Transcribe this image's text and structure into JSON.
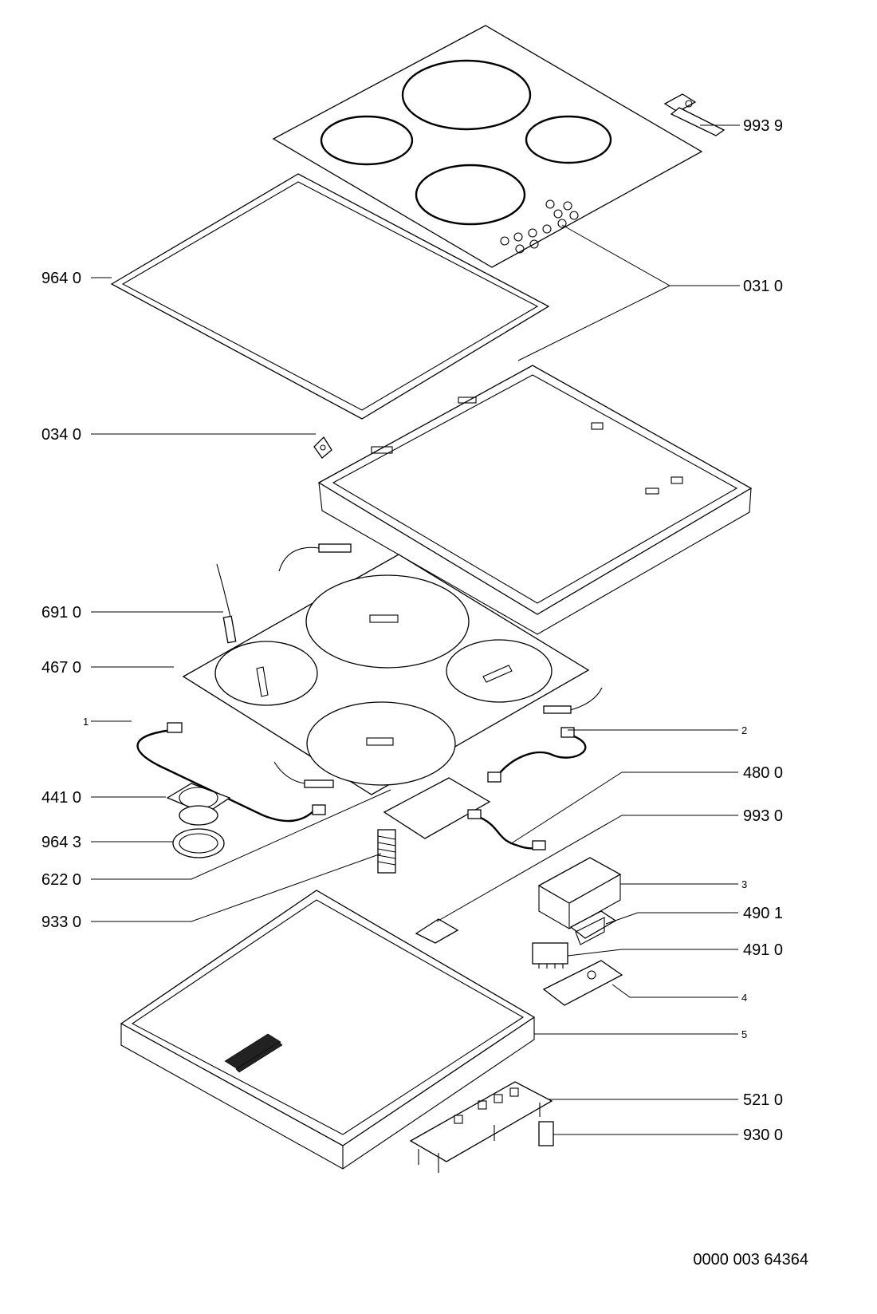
{
  "callouts": {
    "p9939": "993 9",
    "p9640": "964 0",
    "p0310": "031 0",
    "p0340": "034 0",
    "p6910": "691 0",
    "p4670": "467 0",
    "p1": "1",
    "p2": "2",
    "p4800": "480 0",
    "p4410": "441 0",
    "p9930": "993 0",
    "p9643": "964 3",
    "p6220": "622 0",
    "p3": "3",
    "p9330": "933 0",
    "p4901": "490 1",
    "p4910": "491 0",
    "p4": "4",
    "p5": "5",
    "p5210": "521 0",
    "p9300": "930 0"
  },
  "footer": {
    "drawing_number": "0000 003 64364"
  }
}
